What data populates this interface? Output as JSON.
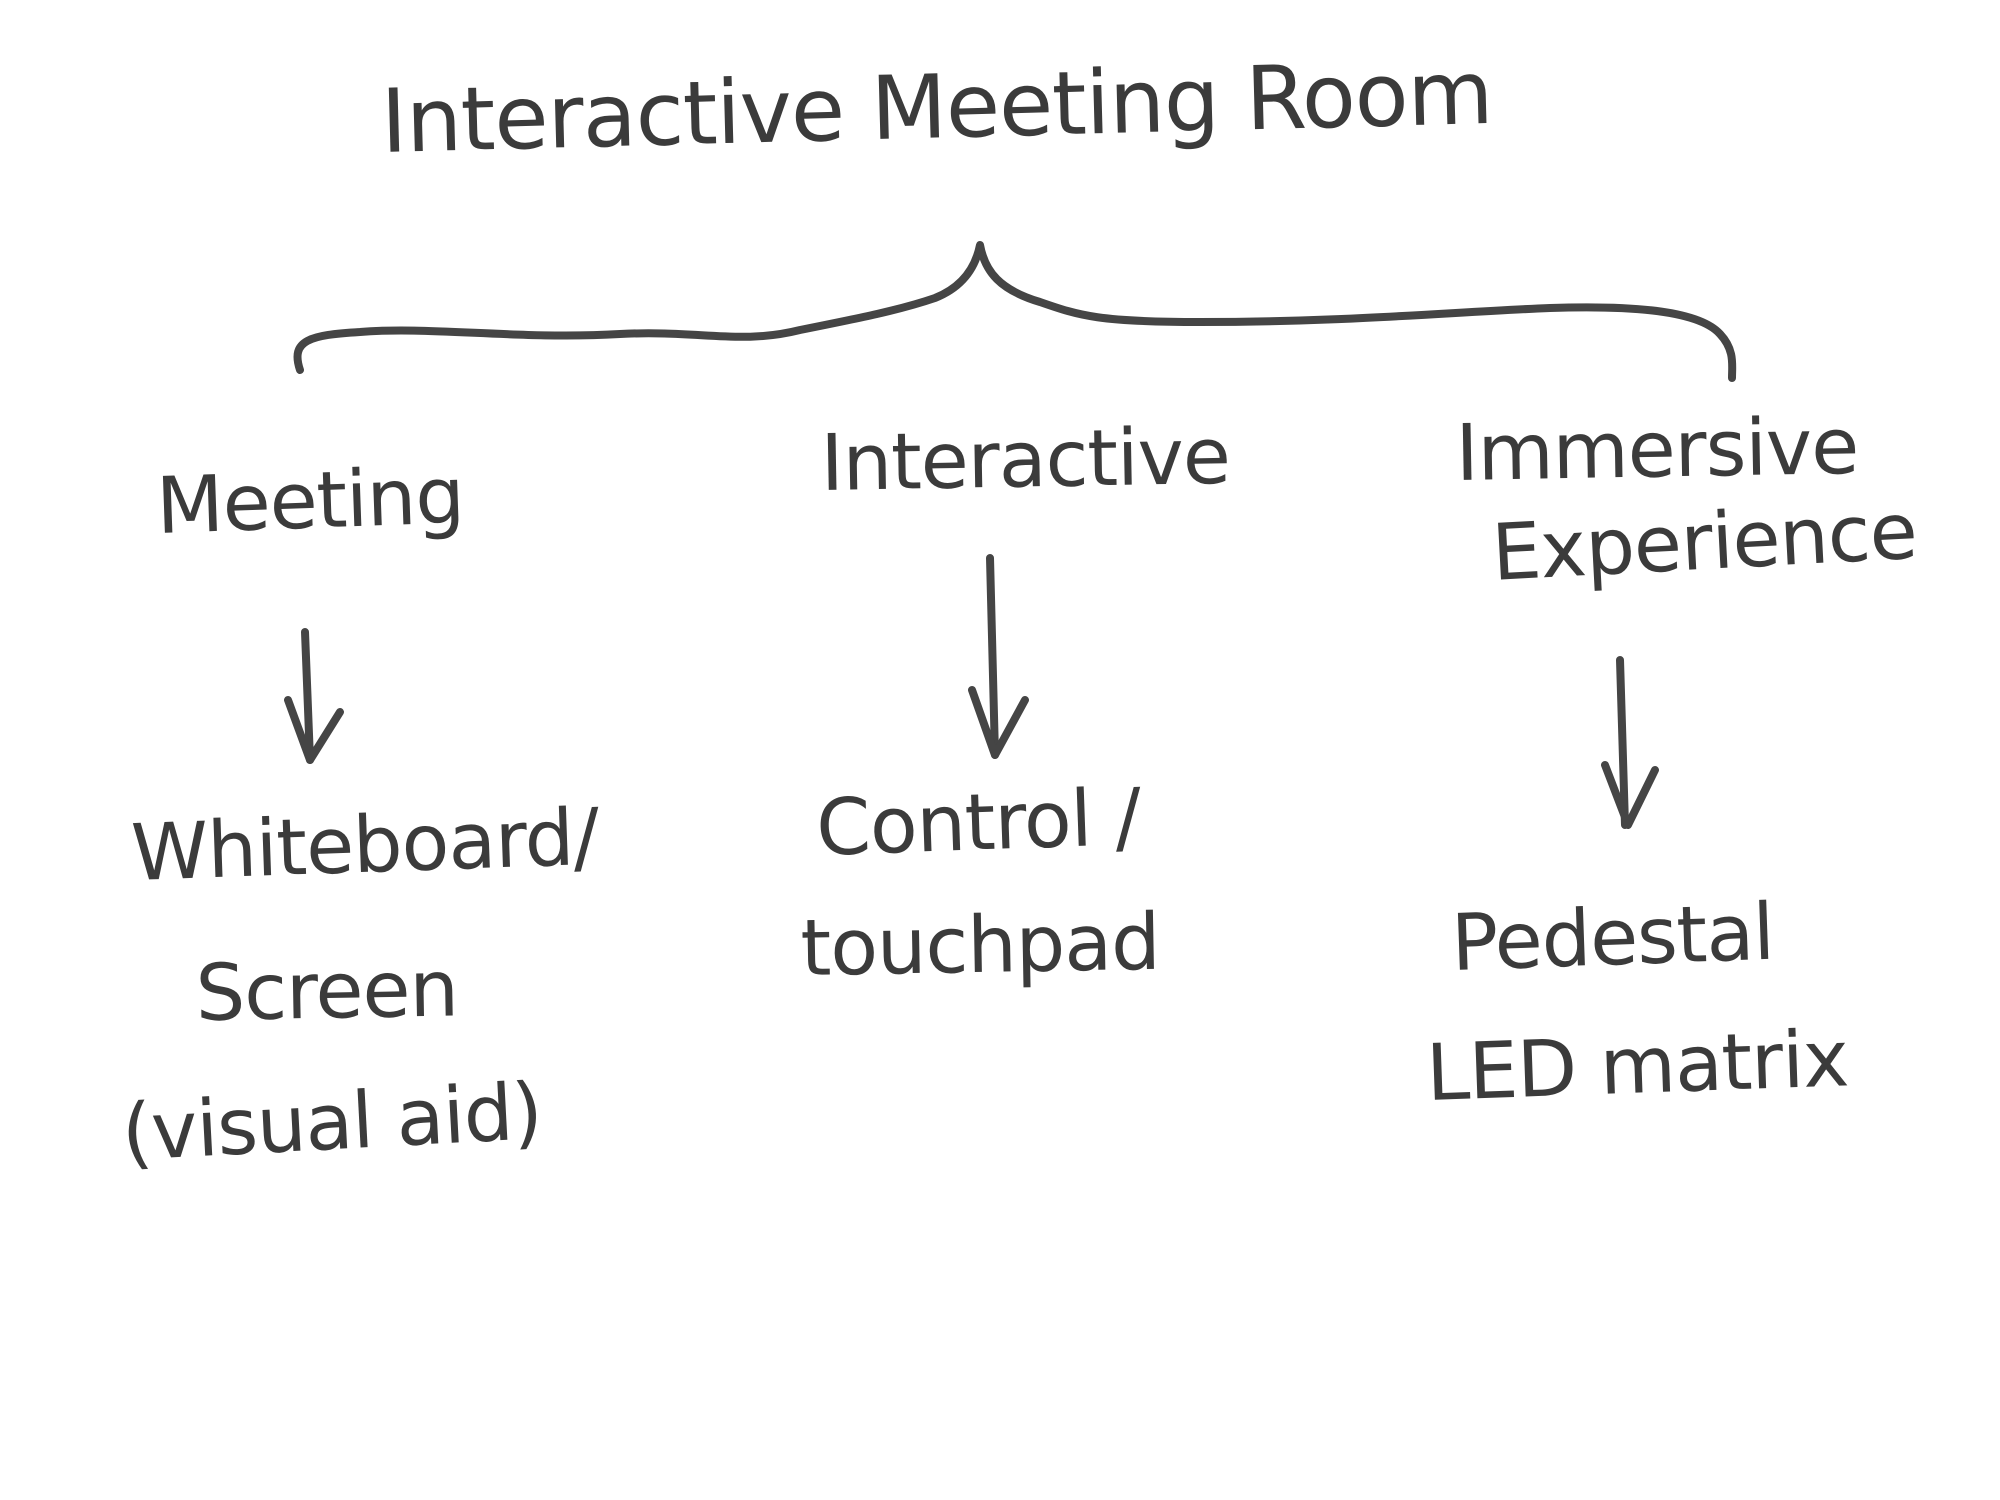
{
  "diagram": {
    "title": "Interactive Meeting Room",
    "branches": [
      {
        "label_lines": [
          "Meeting"
        ],
        "leaf_lines": [
          "Whiteboard/",
          "Screen",
          "(visual aid)"
        ]
      },
      {
        "label_lines": [
          "Interactive"
        ],
        "leaf_lines": [
          "Control /",
          "touchpad"
        ]
      },
      {
        "label_lines": [
          "Immersive",
          "Experience"
        ],
        "leaf_lines": [
          "Pedestal",
          "LED matrix"
        ]
      }
    ],
    "ink_color": "#454545"
  }
}
